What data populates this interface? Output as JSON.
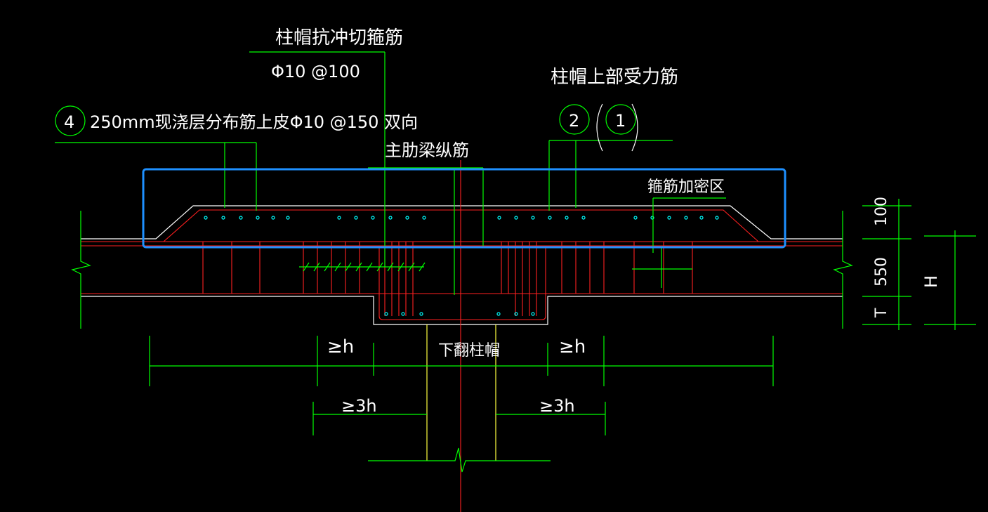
{
  "labels": {
    "punching_stirrup": "柱帽抗冲切箍筋",
    "punching_stirrup_spec": "Φ10 @100",
    "slab_dist_bar_marker": "4",
    "slab_dist_bar": "250mm现浇层分布筋上皮Φ10 @150 双向",
    "main_rib_beam": "主肋梁纵筋",
    "cap_top_bar": "柱帽上部受力筋",
    "cap_top_bar_marker_2": "2",
    "cap_top_bar_marker_1": "1",
    "stirrup_dense_zone": "箍筋加密区",
    "drop_cap": "下翻柱帽"
  },
  "dimensions": {
    "top_layer": "100",
    "rib_depth": "550",
    "total_height": "H",
    "cap_thickness": "T",
    "ge_h_left": "≥h",
    "ge_h_right": "≥h",
    "ge_3h_left": "≥3h",
    "ge_3h_right": "≥3h"
  },
  "colors": {
    "background": "#000000",
    "leader_lines": "#00ff00",
    "rebar": "#ff2020",
    "concrete_outline": "#ffffff",
    "column_lines": "#ffff40",
    "rebar_dots": "#00ffff",
    "selection_box": "#1e90ff"
  }
}
